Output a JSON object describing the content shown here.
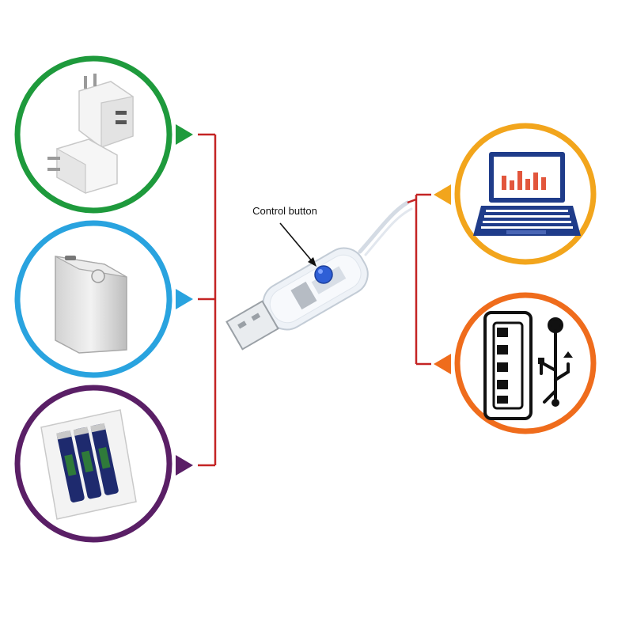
{
  "diagram": {
    "callout_label": "Control button",
    "power_sources": [
      {
        "name": "wall-charger",
        "ring_color": "#1e9a3c"
      },
      {
        "name": "power-bank",
        "ring_color": "#29a3df"
      },
      {
        "name": "battery-box",
        "ring_color": "#5a1f66"
      }
    ],
    "usb_hosts": [
      {
        "name": "laptop",
        "ring_color": "#f2a51c"
      },
      {
        "name": "usb-port",
        "ring_color": "#ef6c1c"
      }
    ],
    "connector_color": "#c42424",
    "button_color": "#2f5fd6"
  }
}
